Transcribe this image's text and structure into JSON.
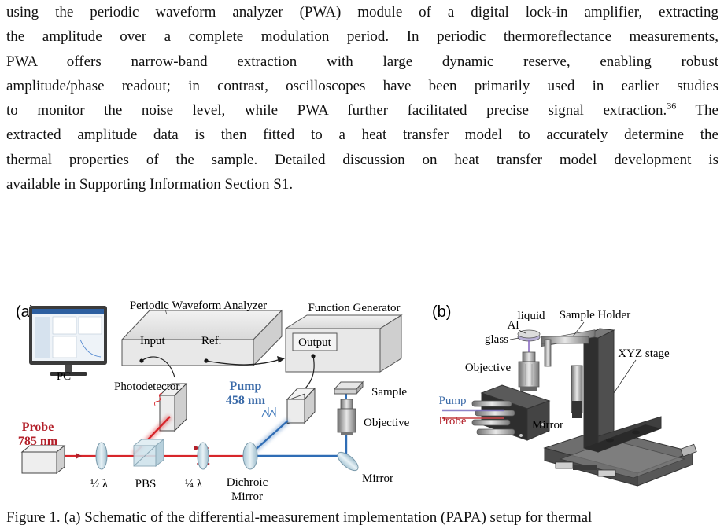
{
  "paragraph": {
    "line1": "using the periodic waveform analyzer (PWA) module of a digital lock-in amplifier, extracting",
    "line2": "the amplitude over a complete modulation period. In periodic thermoreflectance measurements,",
    "line3": "PWA offers narrow-band extraction with large dynamic reserve, enabling robust",
    "line4": "amplitude/phase readout; in contrast, oscilloscopes have been primarily used in earlier studies",
    "line5a": "to monitor the noise level, while PWA further facilitated precise signal extraction.",
    "line5_ref": "36",
    "line5b": " The",
    "line6": "extracted amplitude data is then fitted to a heat transfer model to accurately determine the",
    "line7": "thermal properties of the sample. Detailed discussion on heat transfer model development is",
    "line8": "available in Supporting Information Section S1."
  },
  "figure_a": {
    "panel_label": "(a)",
    "pwa_label": "Periodic Waveform Analyzer",
    "pwa_input": "Input",
    "pwa_ref": "Ref.",
    "function_generator": "Function Generator",
    "fg_output": "Output",
    "pc": "PC",
    "photodetector": "Photodetector",
    "pump_line1": "Pump",
    "pump_line2": "458 nm",
    "probe_line1": "Probe",
    "probe_line2": "785 nm",
    "sample": "Sample",
    "objective": "Objective",
    "half_wave": "½ λ",
    "pbs": "PBS",
    "quarter_wave": "¼ λ",
    "dichroic_line1": "Dichroic",
    "dichroic_line2": "Mirror",
    "mirror": "Mirror"
  },
  "figure_b": {
    "panel_label": "(b)",
    "al": "Al",
    "liquid": "liquid",
    "glass": "glass",
    "sample_holder": "Sample Holder",
    "objective": "Objective",
    "xyz_stage": "XYZ stage",
    "pump": "Pump",
    "probe": "Probe",
    "mirror": "Mirror"
  },
  "colors": {
    "probe": "#d7262b",
    "pump": "#2f6db5",
    "probe_label": "#b3202a",
    "pump_label": "#3a6aa8"
  },
  "caption": {
    "lead": "Figure 1. (a) Schematic of the differential-measurement implementation (PAPA) setup for thermal"
  }
}
